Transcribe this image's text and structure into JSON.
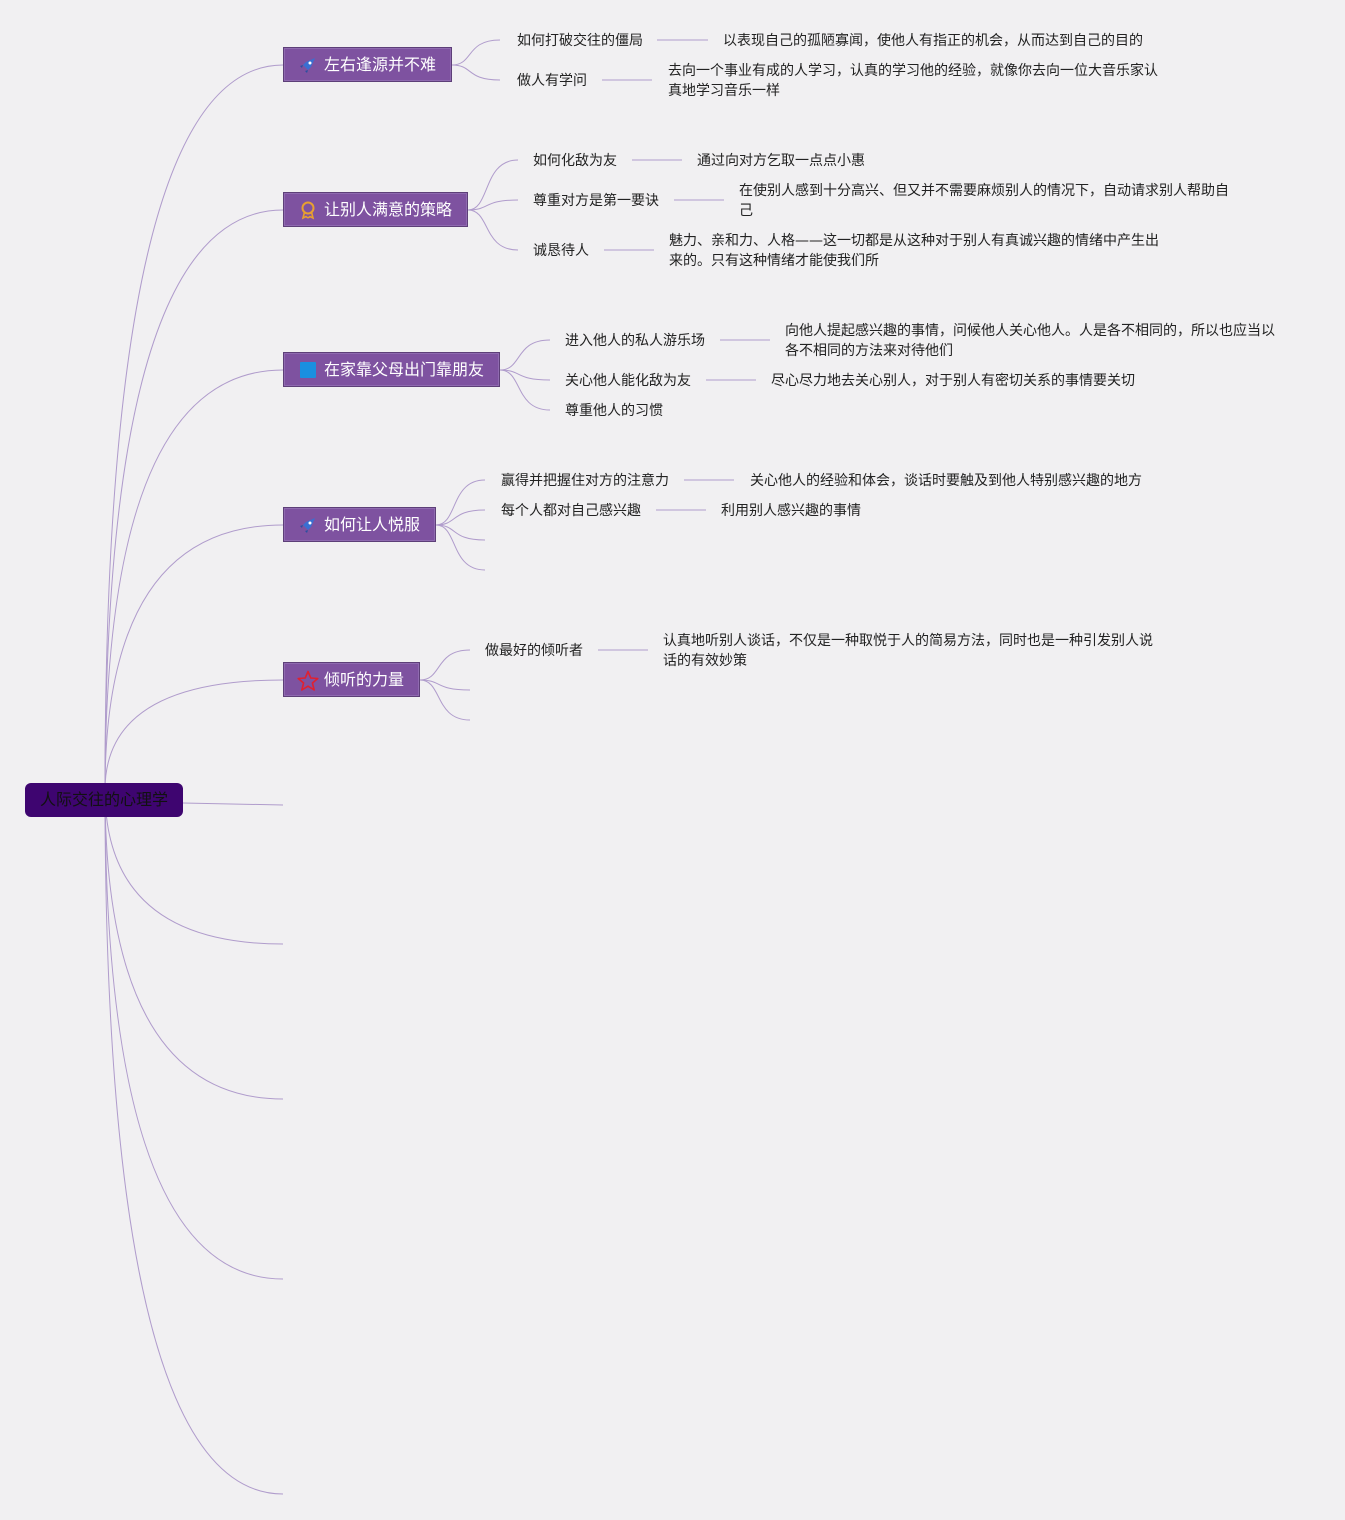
{
  "root": {
    "label": "人际交往的心理学"
  },
  "branches": [
    {
      "label": "左右逢源并不难",
      "icon": "rocket-icon",
      "topics": [
        {
          "label": "如何打破交往的僵局",
          "note": "以表现自己的孤陋寡闻，使他人有指正的机会，从而达到自己的目的"
        },
        {
          "label": "做人有学问",
          "note": "去向一个事业有成的人学习，认真的学习他的经验，就像你去向一位大音乐家认真地学习音乐一样"
        }
      ]
    },
    {
      "label": "让别人满意的策略",
      "icon": "award-ribbon-icon",
      "topics": [
        {
          "label": "如何化敌为友",
          "note": "通过向对方乞取一点点小惠"
        },
        {
          "label": "尊重对方是第一要诀",
          "note": "在使别人感到十分高兴、但又并不需要麻烦别人的情况下，自动请求别人帮助自己"
        },
        {
          "label": "诚恳待人",
          "note": "魅力、亲和力、人格——这一切都是从这种对于别人有真诚兴趣的情绪中产生出来的。只有这种情绪才能使我们所"
        }
      ]
    },
    {
      "label": "在家靠父母出门靠朋友",
      "icon": "blue-square-icon",
      "topics": [
        {
          "label": "进入他人的私人游乐场",
          "note": "向他人提起感兴趣的事情，问候他人关心他人。人是各不相同的，所以也应当以各不相同的方法来对待他们"
        },
        {
          "label": "关心他人能化敌为友",
          "note": "尽心尽力地去关心别人，对于别人有密切关系的事情要关切"
        },
        {
          "label": "尊重他人的习惯",
          "note": ""
        }
      ]
    },
    {
      "label": "如何让人悦服",
      "icon": "rocket-icon",
      "topics": [
        {
          "label": "赢得并把握住对方的注意力",
          "note": "关心他人的经验和体会，谈话时要触及到他人特别感兴趣的地方"
        },
        {
          "label": "每个人都对自己感兴趣",
          "note": "利用别人感兴趣的事情"
        }
      ]
    },
    {
      "label": "倾听的力量",
      "icon": "star-icon",
      "topics": [
        {
          "label": "做最好的倾听者",
          "note": "认真地听别人谈话，不仅是一种取悦于人的简易方法，同时也是一种引发别人说话的有效妙策"
        }
      ]
    }
  ],
  "colors": {
    "background": "#f1f0f2",
    "root_fill": "#3e0570",
    "branch_fill": "#7e52a0",
    "line": "#b09ccc"
  }
}
